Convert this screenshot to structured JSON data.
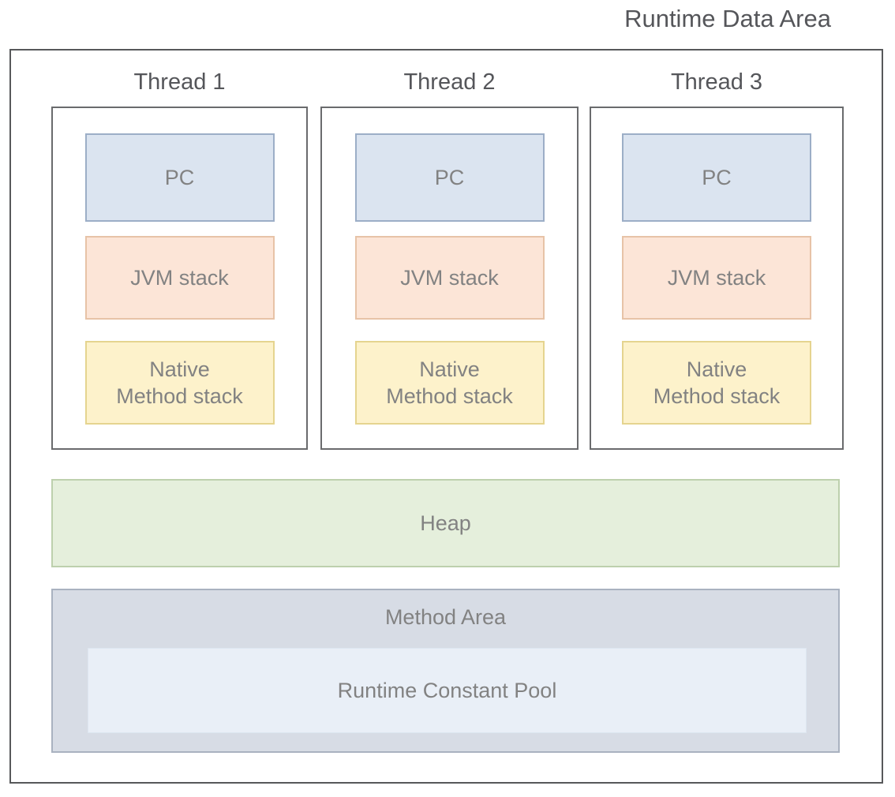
{
  "palette": {
    "canvas-bg": "#ffffff",
    "header-text": "#55565a",
    "box-label-text": "#828282",
    "outer-border": "#57585a",
    "thread-border": "#6a6b6d",
    "pc-fill": "#dbe4f0",
    "pc-border": "#9caec7",
    "jvm-fill": "#fce5d7",
    "jvm-border": "#e7c3a7",
    "native-fill": "#fdf2cb",
    "native-border": "#e5d48f",
    "heap-fill": "#e5efdc",
    "heap-border": "#bdd0ad",
    "method-fill": "#d7dce5",
    "method-border": "#a9b2c0",
    "rcp-fill": "#e9eff7",
    "rcp-border": "#dde6f0"
  },
  "title": "Runtime Data Area",
  "threads": [
    {
      "label": "Thread 1",
      "pc_label": "PC",
      "jvm_stack_label": "JVM stack",
      "native_stack_line1": "Native",
      "native_stack_line2": "Method stack"
    },
    {
      "label": "Thread 2",
      "pc_label": "PC",
      "jvm_stack_label": "JVM stack",
      "native_stack_line1": "Native",
      "native_stack_line2": "Method stack"
    },
    {
      "label": "Thread 3",
      "pc_label": "PC",
      "jvm_stack_label": "JVM stack",
      "native_stack_line1": "Native",
      "native_stack_line2": "Method stack"
    }
  ],
  "heap": {
    "label": "Heap"
  },
  "method_area": {
    "label": "Method Area",
    "runtime_constant_pool_label": "Runtime Constant Pool"
  }
}
